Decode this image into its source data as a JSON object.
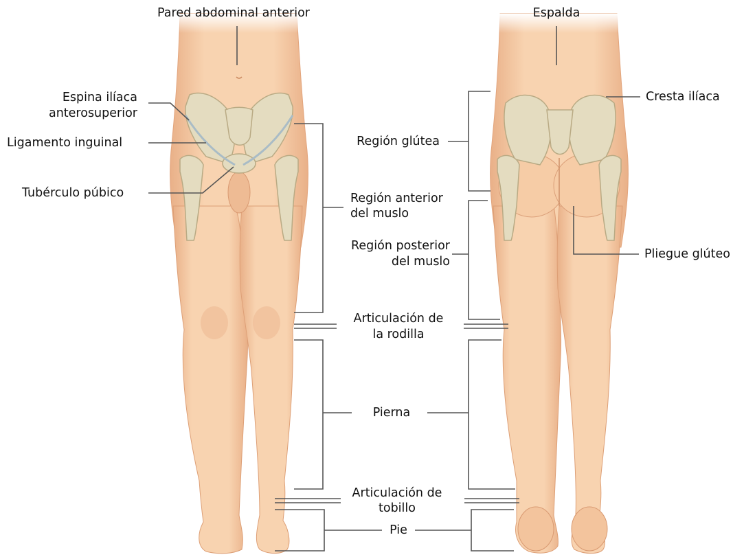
{
  "labels": {
    "pared_abdominal": "Pared abdominal anterior",
    "espalda": "Espalda",
    "espina_1": "Espina ilíaca",
    "espina_2": "anterosuperior",
    "ligamento": "Ligamento inguinal",
    "tuberculo": "Tubérculo púbico",
    "cresta": "Cresta ilíaca",
    "region_glutea": "Región glútea",
    "region_anterior_1": "Región anterior",
    "region_anterior_2": "del muslo",
    "region_posterior_1": "Región posterior",
    "region_posterior_2": "del muslo",
    "pliegue": "Pliegue glúteo",
    "rodilla_1": "Articulación de",
    "rodilla_2": "la rodilla",
    "pierna": "Pierna",
    "tobillo_1": "Articulación de",
    "tobillo_2": "tobillo",
    "pie": "Pie"
  },
  "colors": {
    "skin": "#f5caa3",
    "skin_shade": "#e8ac82",
    "skin_outline": "#d99a72",
    "bone": "#e4dcc0",
    "bone_shade": "#c4b796",
    "ligament": "#a9bcc6",
    "leader": "#555555"
  }
}
